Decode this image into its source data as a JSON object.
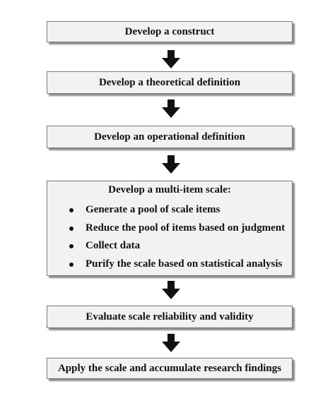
{
  "steps": [
    {
      "label": "Develop a construct"
    },
    {
      "label": "Develop a theoretical definition"
    },
    {
      "label": "Develop an operational definition"
    },
    {
      "label": "Develop a multi-item scale:",
      "bullets": [
        "Generate a pool of scale items",
        "Reduce the pool of items based on judgment",
        "Collect data",
        "Purify the scale based on statistical analysis"
      ]
    },
    {
      "label": "Evaluate scale reliability and validity"
    },
    {
      "label": "Apply the scale and accumulate research findings"
    }
  ]
}
